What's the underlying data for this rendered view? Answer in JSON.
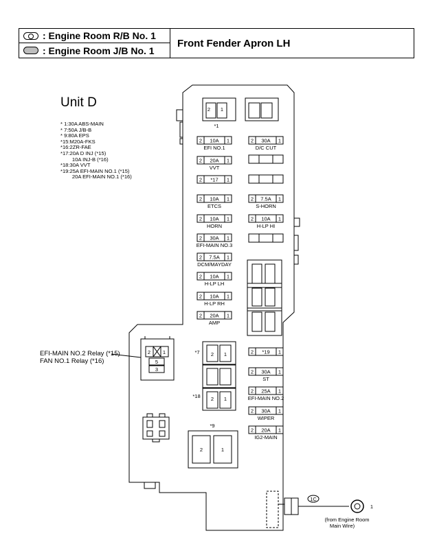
{
  "header": {
    "rb_label": ": Engine Room R/B No. 1",
    "jb_label": ": Engine Room J/B No. 1",
    "location": "Front Fender Apron LH"
  },
  "unit_title": "Unit D",
  "notes": [
    "* 1:30A ABS-MAIN",
    "* 7:50A J/B-B",
    "* 9:80A EPS",
    "*15:M20A-FKS",
    "*16:2ZR-FAE",
    "*17:20A D INJ (*15)",
    "        10A INJ-B (*16)",
    "*18:30A VVT",
    "*19:25A EFI-MAIN NO.1 (*15)",
    "        20A EFI-MAIN NO.1 (*16)"
  ],
  "relay_label_1": "EFI-MAIN NO.2 Relay (*15)",
  "relay_label_2": "FAN NO.1 Relay (*16)",
  "relay_pins": [
    "2",
    "1",
    "5",
    "3"
  ],
  "left_fuses": [
    {
      "amp": "10A",
      "name": "EFI NO.1"
    },
    {
      "amp": "20A",
      "name": "VVT"
    },
    {
      "amp": "*17",
      "name": ""
    },
    {
      "amp": "10A",
      "name": "ETCS"
    },
    {
      "amp": "10A",
      "name": "HORN"
    },
    {
      "amp": "30A",
      "name": "EFI-MAIN NO.3"
    },
    {
      "amp": "7.5A",
      "name": "DCM/MAYDAY"
    },
    {
      "amp": "10A",
      "name": "H-LP LH"
    },
    {
      "amp": "10A",
      "name": "H-LP RH"
    },
    {
      "amp": "20A",
      "name": "AMP"
    }
  ],
  "right_fuses": [
    {
      "amp": "30A",
      "name": "D/C CUT"
    },
    {
      "amp": "7.5A",
      "name": "S-HORN"
    },
    {
      "amp": "10A",
      "name": "H-LP HI"
    },
    {
      "amp": "*19",
      "name": ""
    },
    {
      "amp": "30A",
      "name": "ST"
    },
    {
      "amp": "25A",
      "name": "EFI-MAIN NO.2"
    },
    {
      "amp": "30A",
      "name": "WIPER"
    },
    {
      "amp": "20A",
      "name": "IG2-MAIN"
    }
  ],
  "pin_left": "2",
  "pin_right": "1",
  "ref_1": "*1",
  "ref_7": "*7",
  "ref_18": "*18",
  "ref_9": "*9",
  "connector_code": "1C",
  "terminal_num": "1",
  "wire_note_1": "(from Engine Room",
  "wire_note_2": "Main Wire)"
}
